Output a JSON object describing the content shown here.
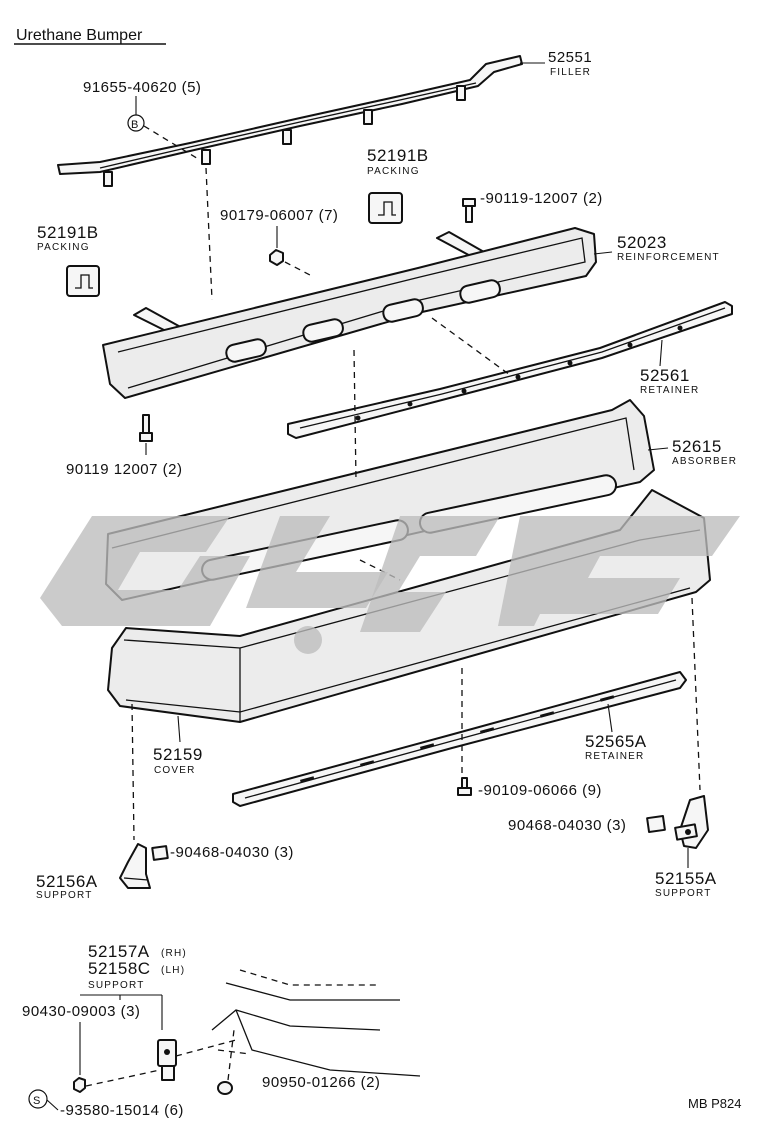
{
  "title": "Urethane Bumper",
  "figure_code": "MB P824",
  "callouts": {
    "filler": {
      "number": "52551",
      "name": "FILLER"
    },
    "screw_b": {
      "number": "91655-40620 (5)",
      "ref": "B"
    },
    "packing_center": {
      "number": "52191B",
      "name": "PACKING"
    },
    "packing_left": {
      "number": "52191B",
      "name": "PACKING"
    },
    "nut_top": {
      "number": "90179-06007 (7)"
    },
    "bolt_top": {
      "number": "-90119-12007 (2)"
    },
    "reinforcement": {
      "number": "52023",
      "name": "REINFORCEMENT"
    },
    "retainer_upper": {
      "number": "52561",
      "name": "RETAINER"
    },
    "bolt_left": {
      "number": "90119 12007 (2)"
    },
    "absorber": {
      "number": "52615",
      "name": "ABSORBER"
    },
    "cover": {
      "number": "52159",
      "name": "COVER"
    },
    "retainer_lower": {
      "number": "52565A",
      "name": "RETAINER"
    },
    "screw_lower": {
      "number": "-90109-06066 (9)"
    },
    "nut_right": {
      "number": "90468-04030 (3)"
    },
    "support_right": {
      "number": "52155A",
      "name": "SUPPORT"
    },
    "nut_left": {
      "number": "-90468-04030 (3)"
    },
    "support_left": {
      "number": "52156A",
      "name": "SUPPORT"
    },
    "support_rh": {
      "number": "52157A",
      "suffix": "(RH)"
    },
    "support_lh": {
      "number": "52158C",
      "suffix": "(LH)",
      "name": "SUPPORT"
    },
    "nut_bottom": {
      "number": "90430-09003 (3)"
    },
    "clip_bottom": {
      "number": "90950-01266 (2)"
    },
    "screw_s": {
      "number": "-93580-15014 (6)",
      "ref": "S"
    }
  }
}
